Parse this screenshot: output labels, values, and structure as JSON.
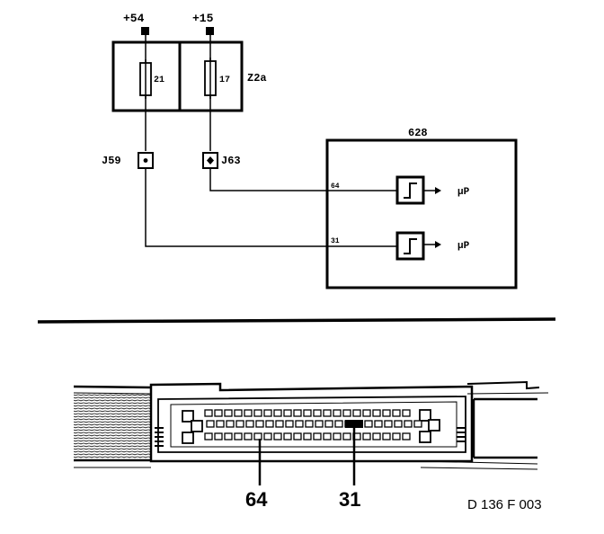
{
  "schematic": {
    "supply_left": "+54",
    "supply_right": "+15",
    "fuse_left": "21",
    "fuse_right": "17",
    "fuse_box": "Z2a",
    "connector_left": "J59",
    "connector_right": "J63",
    "control_unit": "628",
    "pin_upper": "64",
    "pin_lower": "31",
    "output_upper": "µP",
    "output_lower": "µP"
  },
  "connector_view": {
    "pin_label_left": "64",
    "pin_label_right": "31"
  },
  "figure_code": "D 136 F 003"
}
